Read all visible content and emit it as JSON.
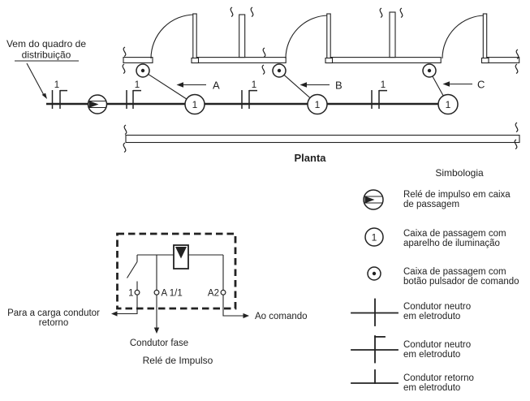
{
  "colors": {
    "ink": "#222222",
    "background": "#ffffff"
  },
  "plan": {
    "feeder_note": {
      "line1": "Vem do quadro de",
      "line2": "distribuição"
    },
    "title": "Planta",
    "box_number": "1",
    "wire_count_marks": [
      "1",
      "1",
      "1",
      "1"
    ],
    "circuit_labels": {
      "a": "A",
      "b": "B",
      "c": "C"
    }
  },
  "relay_detail": {
    "terminals": {
      "t1": "1",
      "a11": "A 1/1",
      "a2": "A2"
    },
    "labels": {
      "load_line1": "Para a carga condutor",
      "load_line2": "retorno",
      "phase": "Condutor fase",
      "command": "Ao comando"
    },
    "caption": "Relé de Impulso"
  },
  "legend": {
    "title": "Simbologia",
    "items": [
      {
        "name": "impulse-relay-in-junction-box",
        "line1": "Relé de impulso em caixa",
        "line2": "de passagem"
      },
      {
        "name": "junction-box-with-luminaire",
        "badge": "1",
        "line1": "Caixa de passagem com",
        "line2": "aparelho de iluminação"
      },
      {
        "name": "junction-box-with-pushbutton",
        "line1": "Caixa de passagem com",
        "line2": "botão pulsador de comando"
      },
      {
        "name": "neutral-conductor-in-conduit",
        "line1": "Condutor neutro",
        "line2": "em eletroduto"
      },
      {
        "name": "neutral-conductor-in-conduit-2",
        "line1": "Condutor neutro",
        "line2": "em eletroduto"
      },
      {
        "name": "return-conductor-in-conduit",
        "line1": "Condutor retorno",
        "line2": "em eletroduto"
      }
    ]
  }
}
